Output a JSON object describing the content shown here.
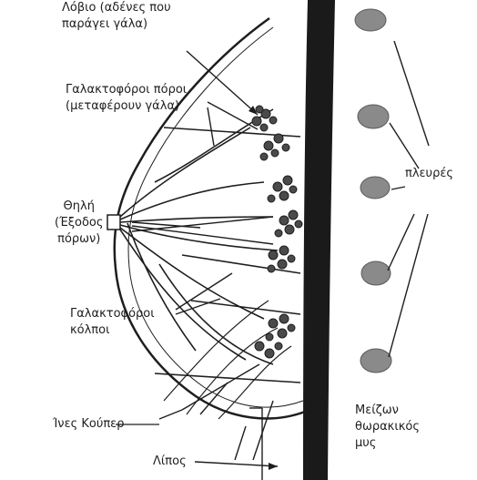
{
  "labels": {
    "lobe": "Λόβιο (αδένες που\nπαράγει γάλα)",
    "ducts": "Γαλακτοφόροι πόροι\n(μεταφέρουν γάλα)",
    "nipple": "Θηλή\n(Έξοδος\nπόρων)",
    "sinuses": "Γαλακτοφόροι\nκόλποι",
    "cooper": "Ίνες Κούπερ",
    "fat": "Λίπος",
    "ribs": "πλευρές",
    "muscle": "Μείζων\nθωρακικός\nμυς"
  },
  "colors": {
    "ink": "#1e1e1e",
    "muscle": "#1a1a1a",
    "rib": "#8a8a8a",
    "lobule": "#4a4a4a"
  }
}
